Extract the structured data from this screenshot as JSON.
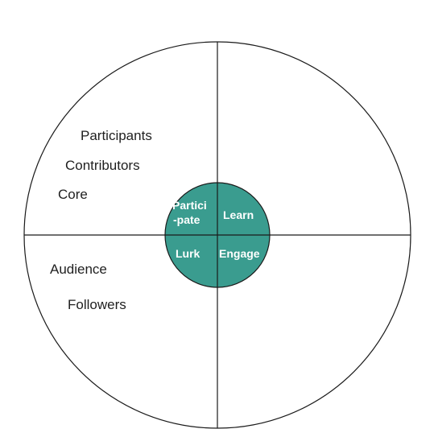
{
  "diagram": {
    "outer_labels": {
      "participants": "Participants",
      "contributors": "Contributors",
      "core": "Core",
      "audience": "Audience",
      "followers": "Followers"
    },
    "inner_labels": {
      "participate_line1": "Partici",
      "participate_line2": "-pate",
      "learn": "Learn",
      "lurk": "Lurk",
      "engage": "Engage"
    },
    "colors": {
      "outer_circle_stroke": "#1a1a1a",
      "axis_stroke": "#1a1a1a",
      "inner_circle_fill": "#3a9c8f",
      "inner_text": "#ffffff",
      "outer_text": "#1f1f1f"
    }
  }
}
